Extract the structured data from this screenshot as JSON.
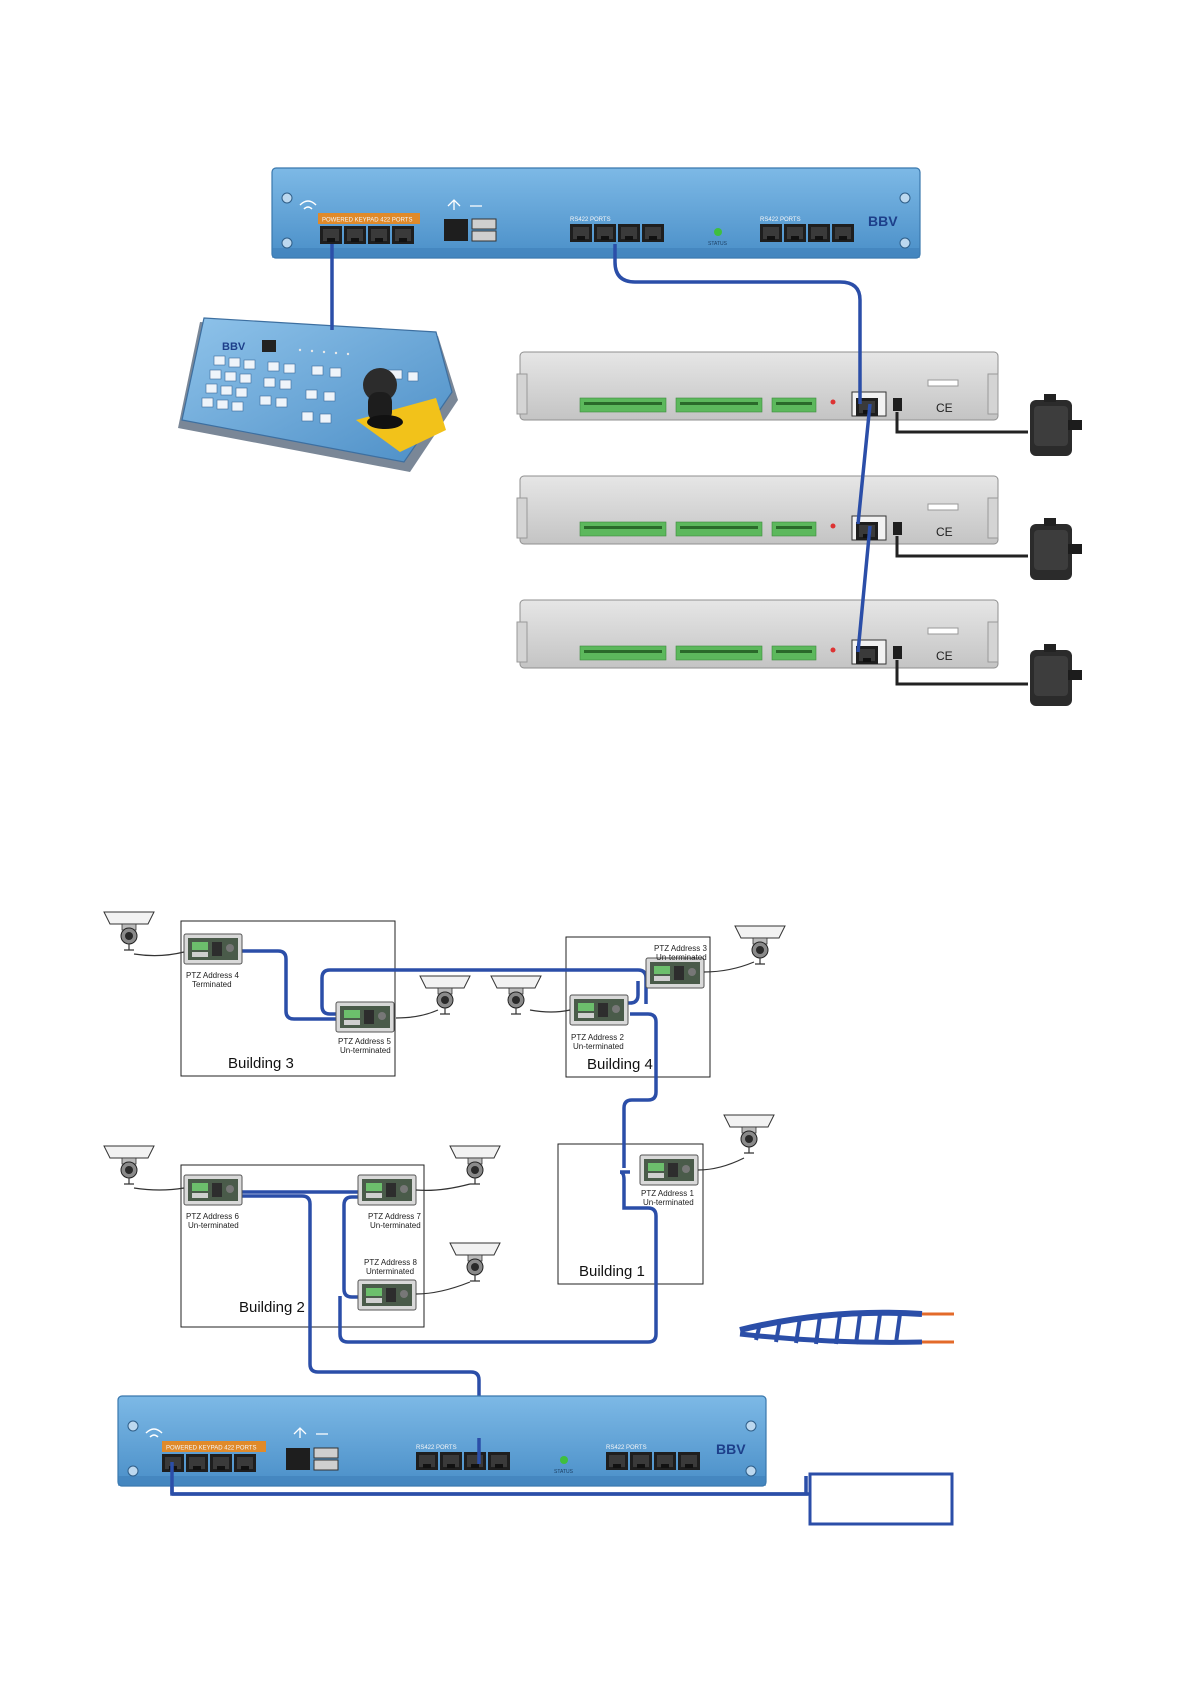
{
  "controller_top": {
    "keypad_ports_label": "POWERED KEYPAD 422 PORTS",
    "rs422_mid_label": "RS422 PORTS",
    "rs422_right_label": "RS422 PORTS",
    "brand": "BBV",
    "status_label": "STATUS"
  },
  "keypad": {
    "brand": "BBV"
  },
  "alarm_units": [
    {
      "ce_mark": "CE"
    },
    {
      "ce_mark": "CE"
    },
    {
      "ce_mark": "CE"
    }
  ],
  "buildings": {
    "b3": "Building 3",
    "b4": "Building 4",
    "b2": "Building 2",
    "b1": "Building 1"
  },
  "ptz": {
    "a4": {
      "line1": "PTZ Address 4",
      "line2": "Terminated"
    },
    "a5": {
      "line1": "PTZ Address 5",
      "line2": "Un-terminated"
    },
    "a3": {
      "line1": "PTZ Address 3",
      "line2": "Un-terminated"
    },
    "a2": {
      "line1": "PTZ Address 2",
      "line2": "Un-terminated"
    },
    "a6": {
      "line1": "PTZ Address 6",
      "line2": "Un-terminated"
    },
    "a7": {
      "line1": "PTZ Address 7",
      "line2": "Un-terminated"
    },
    "a8": {
      "line1": "PTZ Address 8",
      "line2": "Unterminated"
    },
    "a1": {
      "line1": "PTZ Address 1",
      "line2": "Un-terminated"
    }
  },
  "controller_bottom": {
    "keypad_ports_label": "POWERED KEYPAD 422 PORTS",
    "rs422_mid_label": "RS422 PORTS",
    "rs422_right_label": "RS422 PORTS",
    "brand": "BBV",
    "status_label": "STATUS"
  },
  "colors": {
    "controller_blue": "#5aa2d8",
    "cable_blue": "#2b4ea8",
    "keypad_label_orange": "#e08a2a",
    "terminal_green": "#5cb85c"
  }
}
